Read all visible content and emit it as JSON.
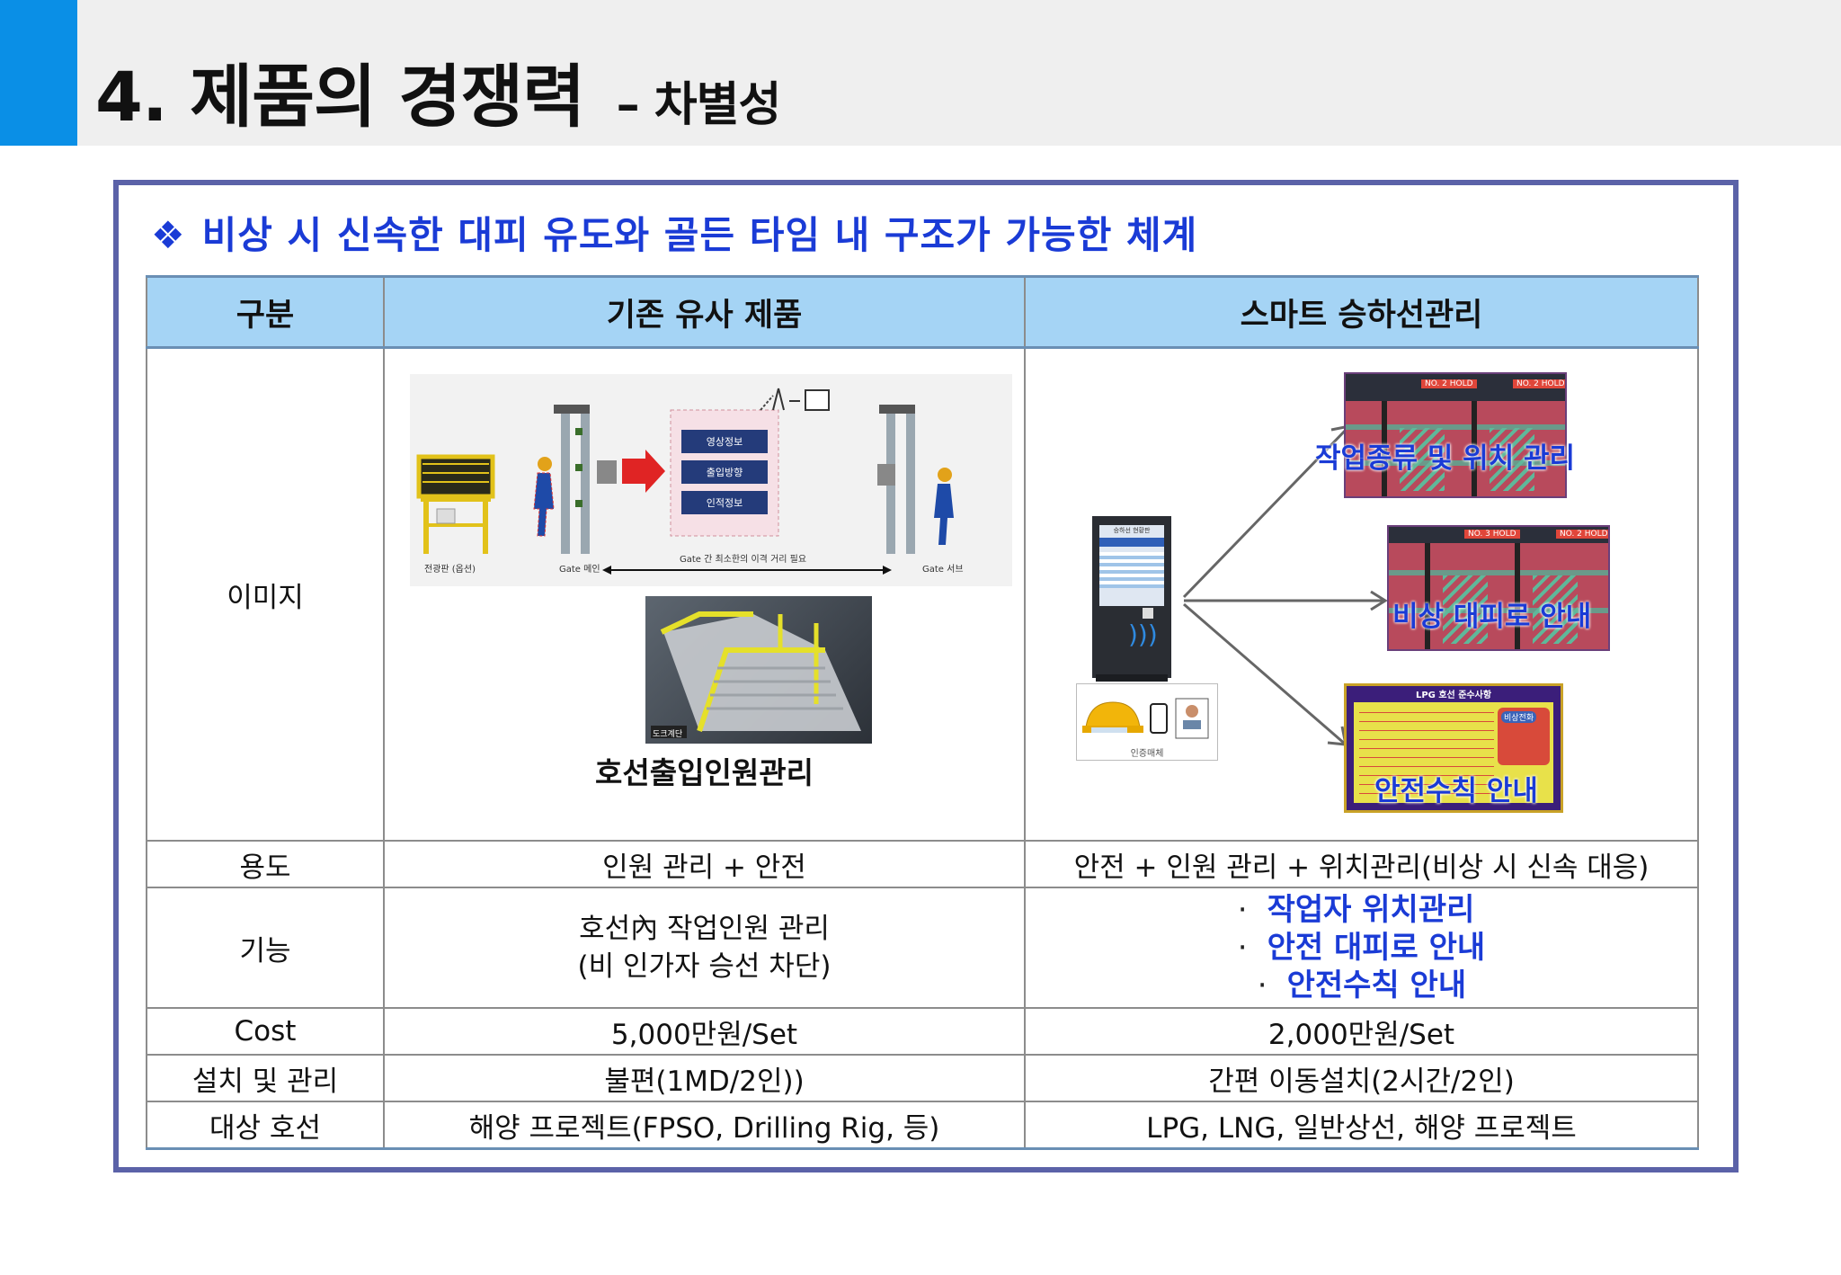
{
  "header": {
    "title": "4. 제품의 경쟁력",
    "subtitle": "– 차별성"
  },
  "section": {
    "bullet": "❖",
    "heading": "비상 시 신속한 대피 유도와 골든 타임 내 구조가 가능한 체계"
  },
  "table": {
    "headers": [
      "구분",
      "기존 유사 제품",
      "스마트 승하선관리"
    ],
    "rows": {
      "image": {
        "label": "이미지",
        "existing_caption": "호선출입인원관리",
        "existing_diagram": {
          "boxes": [
            "영상정보",
            "출입방향",
            "인적정보"
          ],
          "labels": [
            "전광판 (옵션)",
            "Gate 메인",
            "Gate 간 최소한의 이격 거리 필요",
            "Gate 서브"
          ],
          "render_label": "도크계단"
        },
        "smart": {
          "kiosk_title": "승하선 현황판",
          "auth_label": "인증매체",
          "scene1_label": "작업종류 및 위치 관리",
          "scene1_tags": [
            "NO. 2 HOLD",
            "NO. 2 HOLD"
          ],
          "scene2_label": "비상 대피로 안내",
          "scene2_tags": [
            "NO. 3 HOLD",
            "NO. 2 HOLD"
          ],
          "scene3_label": "안전수칙 안내",
          "scene3_title": "LPG 호선 준수사항",
          "scene3_badge": "비상전화"
        }
      },
      "use": {
        "label": "용도",
        "existing": "인원 관리 + 안전",
        "smart": "안전 + 인원 관리 + 위치관리(비상 시 신속 대응)"
      },
      "function": {
        "label": "기능",
        "existing_line1": "호선內 작업인원 관리",
        "existing_line2": "(비 인가자 승선 차단)",
        "smart_items": [
          "작업자 위치관리",
          "안전 대피로 안내",
          "안전수칙 안내"
        ],
        "smart_bullet": "·"
      },
      "cost": {
        "label": "Cost",
        "existing": "5,000만원/Set",
        "smart": "2,000만원/Set"
      },
      "install": {
        "label": "설치 및 관리",
        "existing": "불편(1MD/2인))",
        "smart": "간편 이동설치(2시간/2인)"
      },
      "target": {
        "label": "대상 호선",
        "existing": "해양 프로젝트(FPSO, Drilling Rig, 등)",
        "smart": "LPG, LNG, 일반상선, 해양 프로젝트"
      }
    }
  },
  "colors": {
    "accent": "#0a8fe6",
    "header_band": "#efefef",
    "panel_border": "#5b62a8",
    "heading_text": "#1a3bd6",
    "table_header": "#a5d4f5"
  }
}
